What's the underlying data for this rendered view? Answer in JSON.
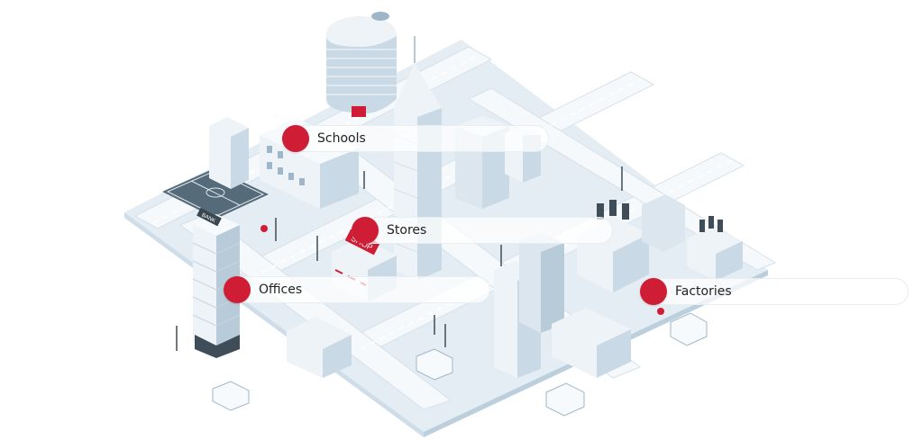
{
  "colors": {
    "accent": "#d01d36",
    "ground": "#e4edf3",
    "road": "#f3f7fa",
    "building_light": "#eef3f7",
    "building_mid": "#c9d9e5",
    "building_dark": "#9fb6c8"
  },
  "markers": [
    {
      "id": "schools",
      "label": "Schools"
    },
    {
      "id": "stores",
      "label": "Stores"
    },
    {
      "id": "offices",
      "label": "Offices"
    },
    {
      "id": "factories",
      "label": "Factories"
    }
  ],
  "signs": {
    "bank": "BANK",
    "shop": "SHOP"
  }
}
